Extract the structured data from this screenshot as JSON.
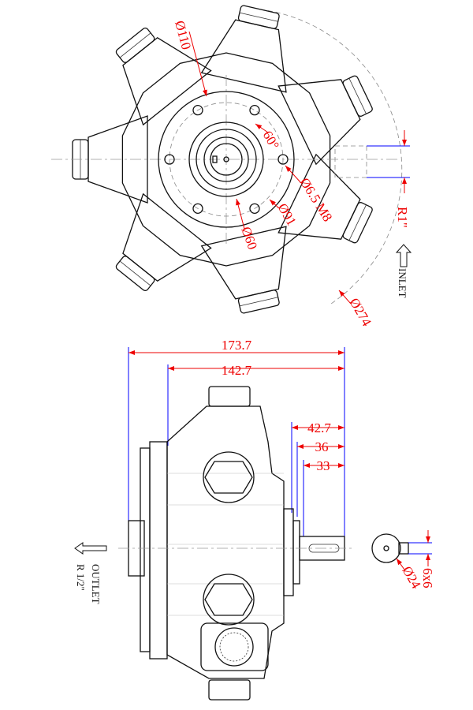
{
  "top_view": {
    "dims": {
      "d110": "Ø110",
      "angle": "60°",
      "hole": "Ø6.5 M8",
      "d91": "Ø91",
      "d60": "Ø60",
      "r1": "R1\"",
      "d274": "Ø274"
    },
    "inlet_label": "INLET"
  },
  "side_view": {
    "dims": {
      "overall": "173.7",
      "body": "142.7",
      "shaft1": "42.7",
      "shaft2": "36",
      "shaft3": "33"
    },
    "outlet_label": "OUTLET",
    "outlet_thread": "R 1/2\""
  },
  "shaft_section": {
    "diameter": "Ø24",
    "key": "6x6"
  },
  "colors": {
    "dimension": "#ee0000",
    "extension": "#0000ff"
  }
}
